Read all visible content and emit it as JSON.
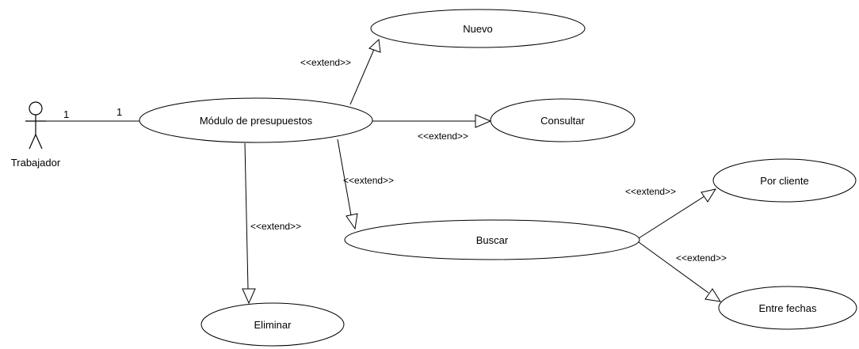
{
  "actor": {
    "name": "Trabajador",
    "multiplicity": "1"
  },
  "use_cases": {
    "modulo": "Módulo de presupuestos",
    "nuevo": "Nuevo",
    "consultar": "Consultar",
    "buscar": "Buscar",
    "eliminar": "Eliminar",
    "por_cliente": "Por cliente",
    "entre_fechas": "Entre fechas"
  },
  "association": {
    "multiplicity": "1"
  },
  "relations": {
    "modulo_nuevo": "<<extend>>",
    "modulo_consultar": "<<extend>>",
    "modulo_buscar": "<<extend>>",
    "modulo_eliminar": "<<extend>>",
    "buscar_por_cliente": "<<extend>>",
    "buscar_entre_fechas": "<<extend>>"
  }
}
